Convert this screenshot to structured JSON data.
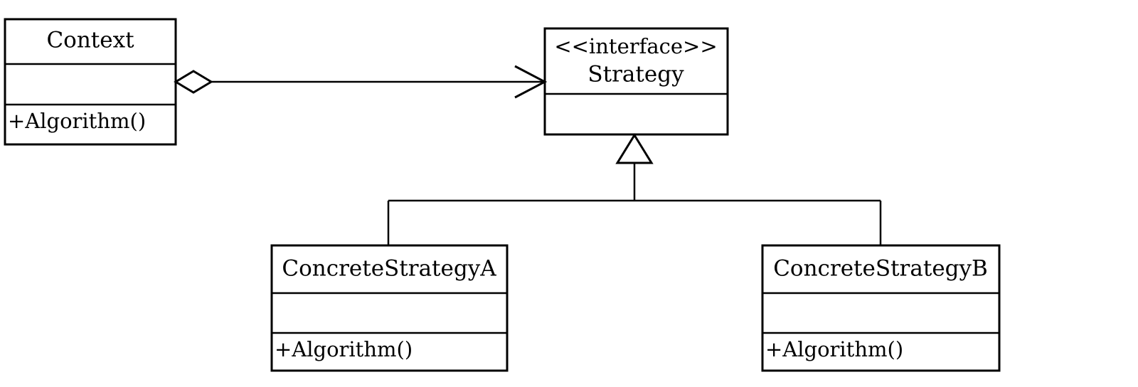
{
  "diagram": {
    "type": "uml-class-diagram",
    "classes": {
      "context": {
        "name": "Context",
        "operations": [
          "+Algorithm()"
        ]
      },
      "strategy": {
        "stereotype": "<<interface>>",
        "name": "Strategy",
        "operations": []
      },
      "concrete_a": {
        "name": "ConcreteStrategyA",
        "operations": [
          "+Algorithm()"
        ]
      },
      "concrete_b": {
        "name": "ConcreteStrategyB",
        "operations": [
          "+Algorithm()"
        ]
      }
    },
    "relationships": [
      {
        "kind": "aggregation",
        "from": "Context",
        "to": "Strategy"
      },
      {
        "kind": "generalization",
        "from": "ConcreteStrategyA",
        "to": "Strategy"
      },
      {
        "kind": "generalization",
        "from": "ConcreteStrategyB",
        "to": "Strategy"
      }
    ],
    "colors": {
      "stroke": "#000000",
      "fill": "#ffffff",
      "text": "#000000"
    }
  }
}
